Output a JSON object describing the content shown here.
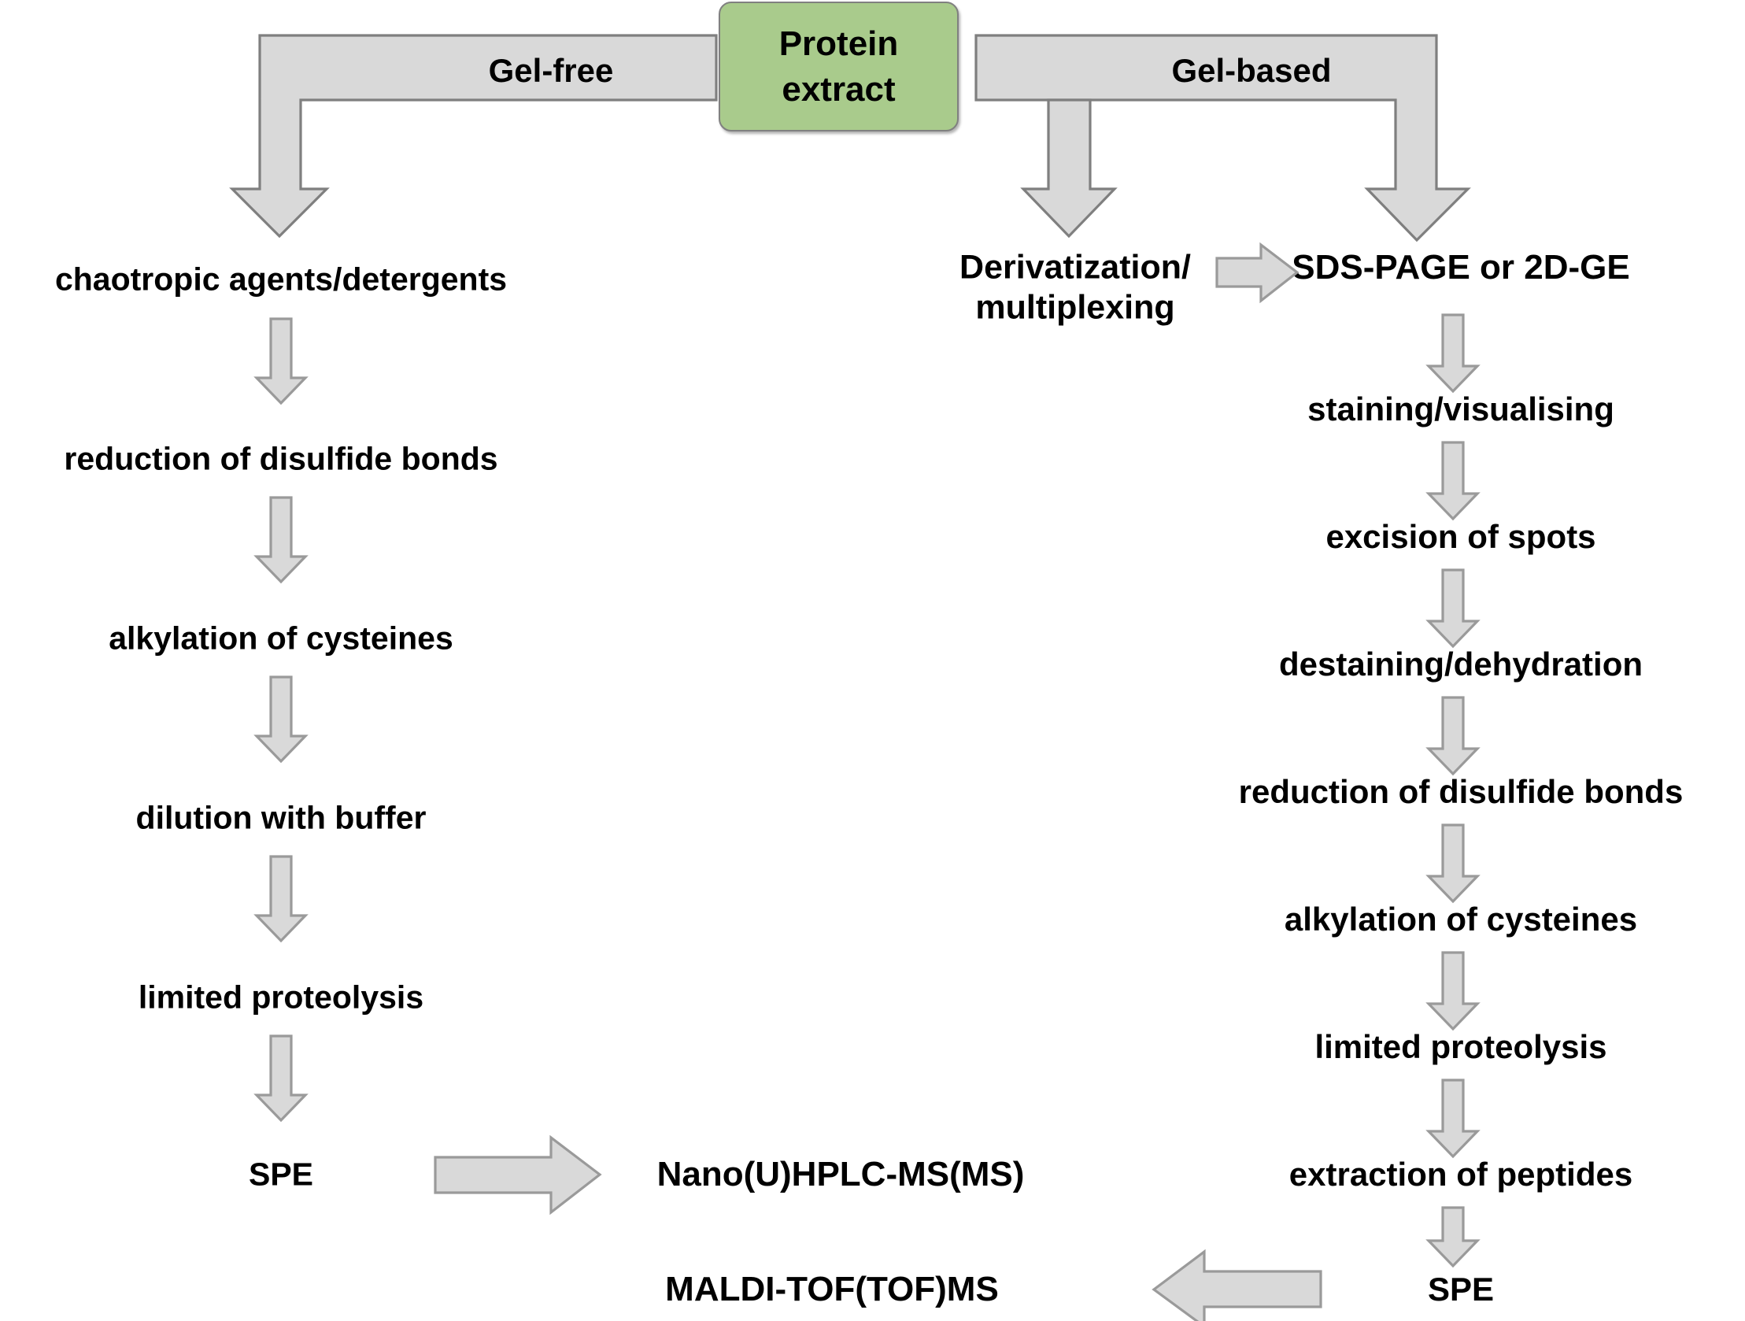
{
  "diagram": {
    "title_node": {
      "line1": "Protein",
      "line2": "extract"
    },
    "branch_labels": {
      "left": "Gel-free",
      "right": "Gel-based"
    },
    "left_branch": [
      "chaotropic agents/detergents",
      "reduction of disulfide bonds",
      "alkylation of cysteines",
      "dilution with buffer",
      "limited proteolysis",
      "SPE"
    ],
    "left_terminal": "Nano(U)HPLC-MS(MS)",
    "middle_branch": {
      "line1": "Derivatization/",
      "line2": "multiplexing"
    },
    "right_branch": [
      "SDS-PAGE or 2D-GE",
      "staining/visualising",
      "excision of spots",
      "destaining/dehydration",
      "reduction of disulfide bonds",
      "alkylation of cysteines",
      "limited proteolysis",
      "extraction of peptides",
      "SPE"
    ],
    "right_terminal": "MALDI-TOF(TOF)MS",
    "colors": {
      "node_fill": "#a9cb8c",
      "arrow_fill": "#d9d9d9",
      "arrow_stroke": "#7f7f7f",
      "text": "#000000",
      "background": "#ffffff"
    }
  }
}
